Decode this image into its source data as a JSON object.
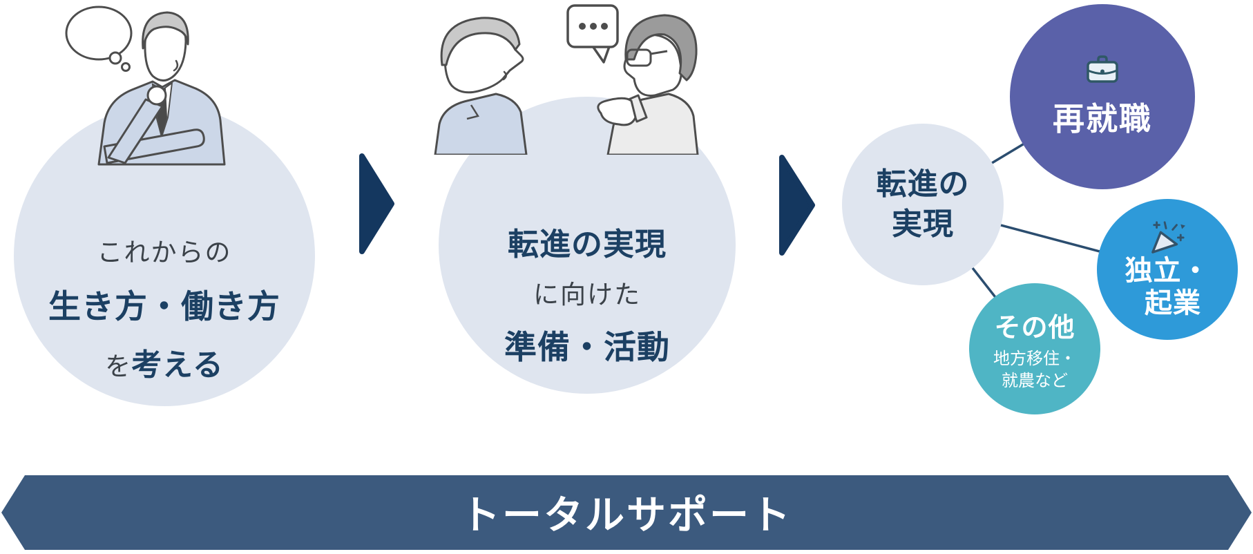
{
  "colors": {
    "light_circle": "#dfe5ef",
    "navy_text": "#1c4063",
    "charcoal_text": "#3b4249",
    "arrow_navy": "#14375f",
    "connector_line": "#2b4d6f",
    "purple_circle": "#5a61a9",
    "blue_circle": "#2e9ad9",
    "teal_circle": "#4fb5c5",
    "banner_blue": "#3c5a7e"
  },
  "flow": {
    "step1": {
      "line1": "これからの",
      "line2": "生き方・働き方",
      "line3_prefix": "を",
      "line3_emphasis": "考える"
    },
    "step2": {
      "line1": "転進の実現",
      "line2": "に向けた",
      "line3": "準備・活動"
    },
    "hub": {
      "line1": "転進の",
      "line2": "実現"
    }
  },
  "outcomes": {
    "reemployment": {
      "label": "再就職",
      "icon": "briefcase-icon"
    },
    "independence": {
      "line1": "独立・",
      "line2": "起業",
      "icon": "party-popper-icon"
    },
    "other": {
      "label": "その他",
      "sub_line1": "地方移住・",
      "sub_line2": "就農など"
    }
  },
  "banner": {
    "label": "トータルサポート"
  }
}
